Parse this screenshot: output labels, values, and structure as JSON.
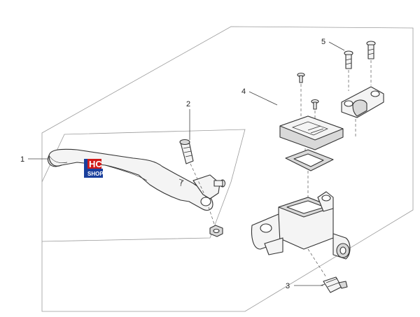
{
  "callouts": [
    {
      "label": "1"
    },
    {
      "label": "2"
    },
    {
      "label": "3"
    },
    {
      "label": "4"
    },
    {
      "label": "5"
    }
  ],
  "logo": {
    "line1": "HC",
    "line2": "SHOP"
  },
  "colors": {
    "line": "#333333",
    "part_fill": "#f4f4f4",
    "part_shade": "#d9d9d9",
    "frame": "#9a9a9a",
    "logo_blue": "#1a3f9c",
    "logo_red": "#d11a1a"
  }
}
